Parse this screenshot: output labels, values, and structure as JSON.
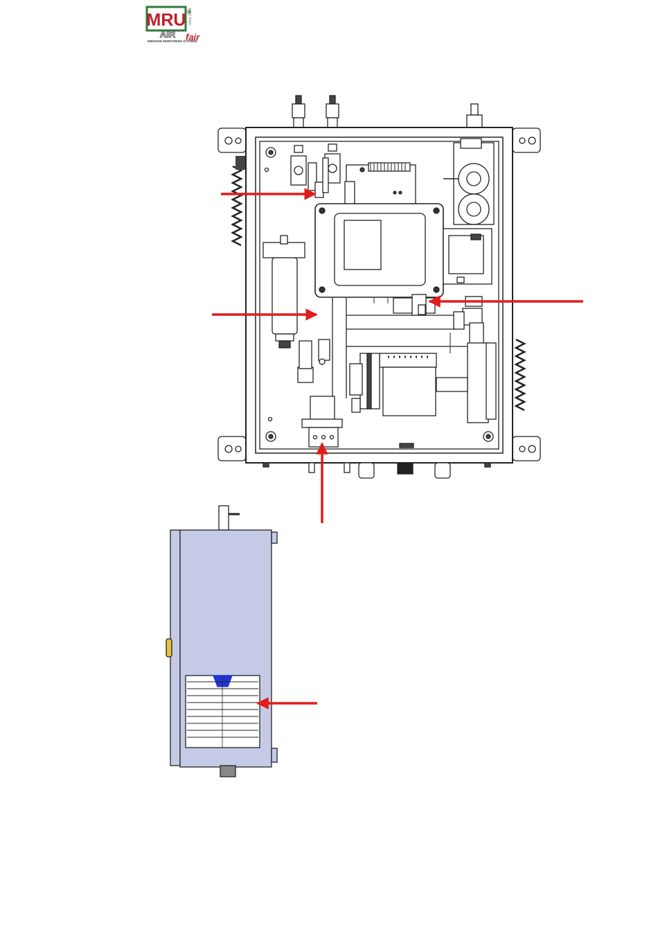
{
  "logo": {
    "brand": "MRU",
    "sub": "AIR",
    "script": "fair",
    "since": "since 1984",
    "registered": "®",
    "tagline": "EMISSION MONITORING SYSTEMS"
  },
  "colors": {
    "brand_red": "#c0202a",
    "brand_green": "#2f7a3a",
    "arrow": "#e21b1b",
    "enclosure_fill": "#c5cbe6",
    "vent_accent": "#2234d8"
  },
  "figure": {
    "front_view": "cabinet-front-interior",
    "side_view": "cabinet-side-with-filter-fan",
    "callout_count": 5
  }
}
